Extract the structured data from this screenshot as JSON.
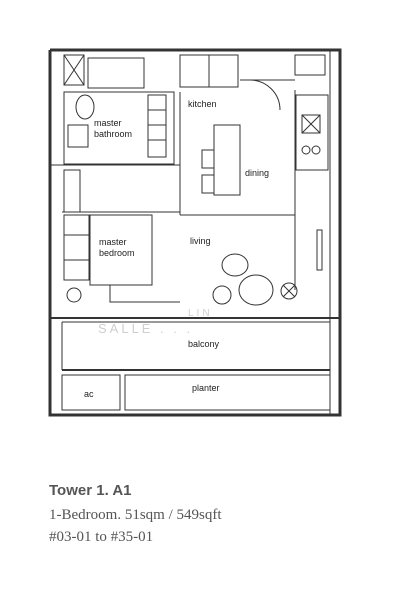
{
  "plan": {
    "labels": {
      "kitchen": "kitchen",
      "master_bathroom_1": "master",
      "master_bathroom_2": "bathroom",
      "dining": "dining",
      "living": "living",
      "master_bedroom_1": "master",
      "master_bedroom_2": "bedroom",
      "balcony": "balcony",
      "planter": "planter",
      "ac": "ac"
    },
    "watermark": {
      "line1": "LIN",
      "line2": "SALLE . . ."
    }
  },
  "caption": {
    "title": "Tower 1. A1",
    "subtitle": "1-Bedroom. 51sqm / 549sqft",
    "units": "#03-01 to #35-01"
  }
}
